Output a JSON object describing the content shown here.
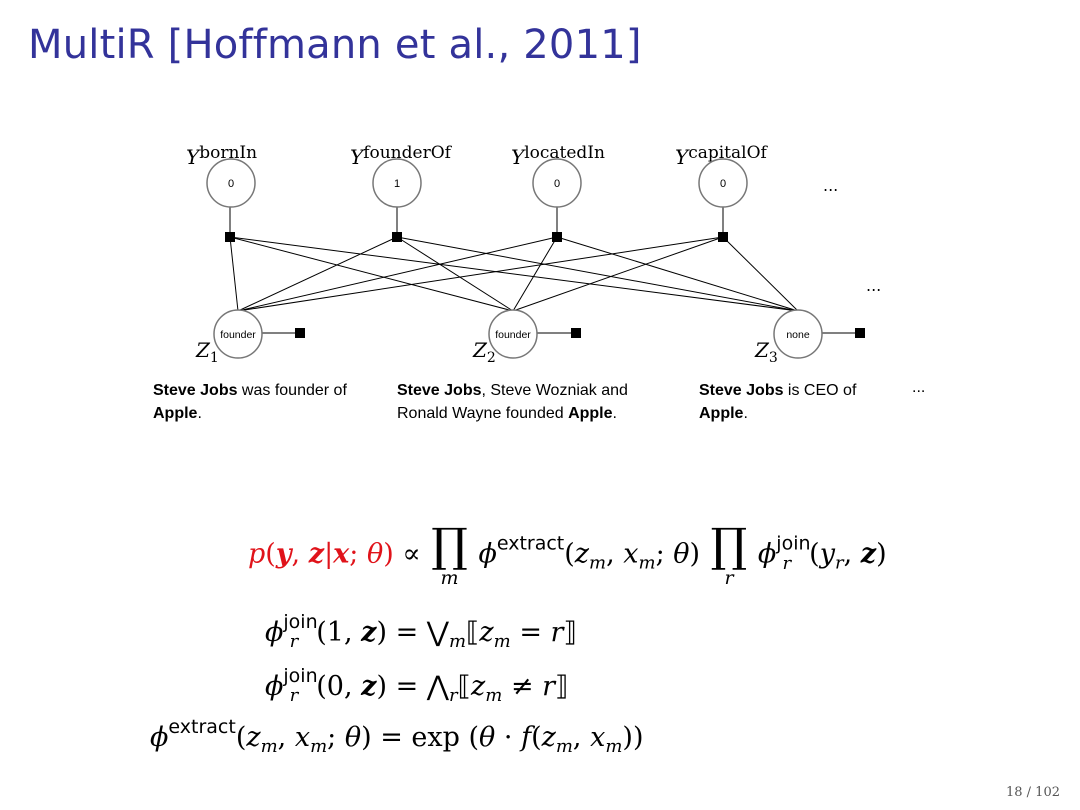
{
  "title": "MultiR [Hoffmann et al., 2011]",
  "relations": [
    {
      "var": "Y",
      "name": "bornIn",
      "value": "0"
    },
    {
      "var": "Y",
      "name": "founderOf",
      "value": "1"
    },
    {
      "var": "Y",
      "name": "locatedIn",
      "value": "0"
    },
    {
      "var": "Y",
      "name": "capitalOf",
      "value": "0"
    }
  ],
  "ellipsis": "...",
  "mentions": [
    {
      "var": "Z",
      "index": "1",
      "value": "founder"
    },
    {
      "var": "Z",
      "index": "2",
      "value": "founder"
    },
    {
      "var": "Z",
      "index": "3",
      "value": "none"
    }
  ],
  "sentences": [
    {
      "b1": "Steve Jobs",
      "t1": " was founder of ",
      "b2": "Apple",
      "t2": "."
    },
    {
      "b1": "Steve Jobs",
      "t1": ", Steve Wozniak and Ronald Wayne founded ",
      "b2": "Apple",
      "t2": "."
    },
    {
      "b1": "Steve Jobs",
      "t1": " is CEO of ",
      "b2": "Apple",
      "t2": "."
    }
  ],
  "equations": {
    "sup_extract": "extract",
    "sup_join": "join",
    "sub_m": "m",
    "sub_r": "r"
  },
  "page": "18 / 102"
}
